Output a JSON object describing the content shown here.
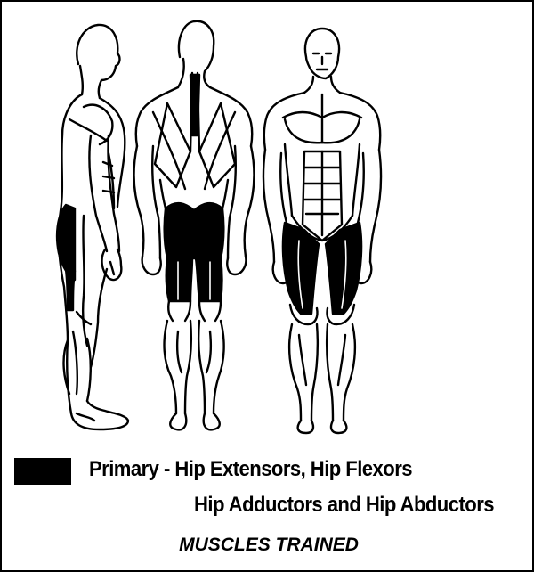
{
  "legend": {
    "swatch_color": "#000000",
    "line1": "Primary - Hip Extensors, Hip Flexors",
    "line2": "Hip Adductors and Hip Abductors"
  },
  "caption": "MUSCLES TRAINED",
  "colors": {
    "outline": "#000000",
    "background": "#ffffff",
    "highlight": "#000000"
  }
}
